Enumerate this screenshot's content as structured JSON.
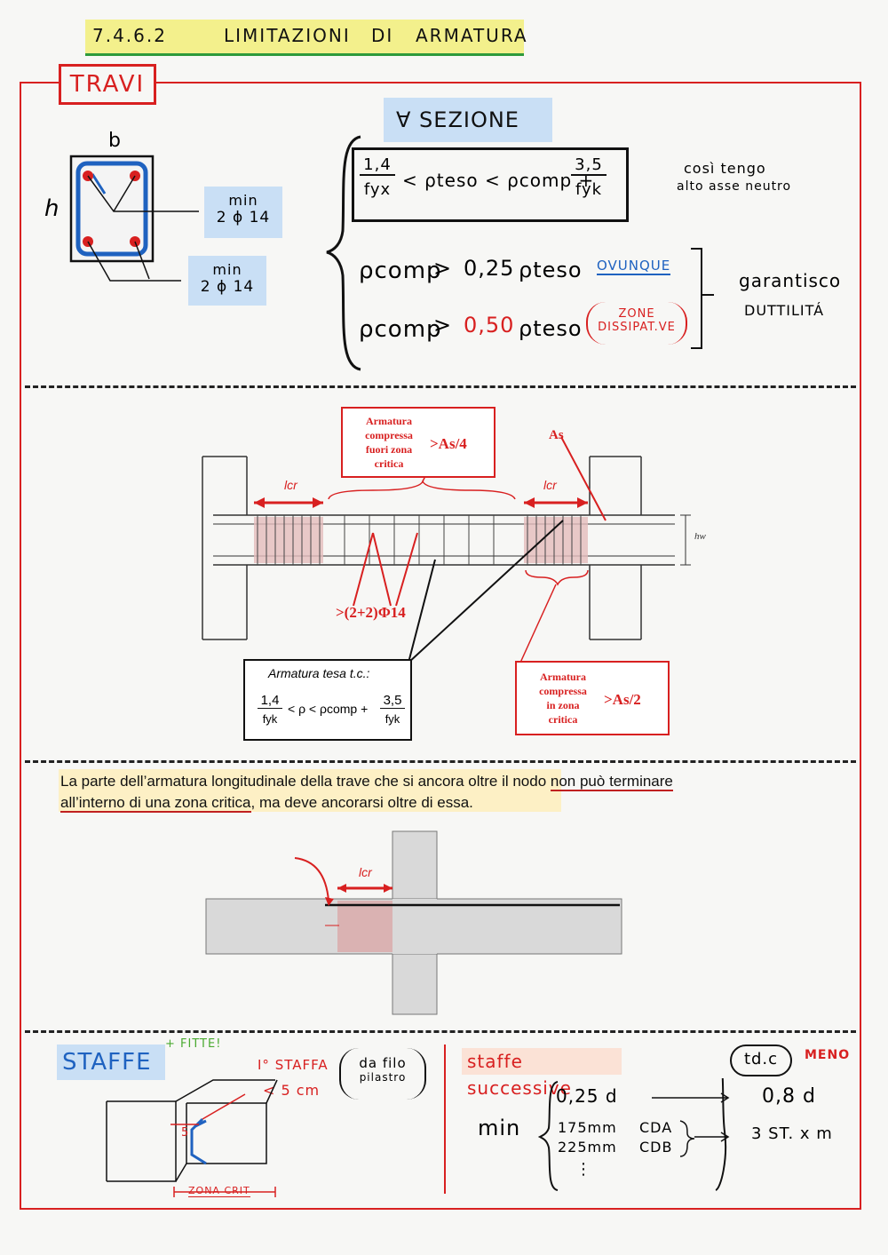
{
  "title": {
    "number": "7.4.6.2",
    "text_a": "LIMITAZIONI",
    "text_b": "DI",
    "text_c": "ARMATURA"
  },
  "section_label": "TRAVI",
  "cross_section": {
    "b": "b",
    "h": "h",
    "top_bars_l1": "min",
    "top_bars_l2": "2 ϕ 14",
    "bottom_bars_l1": "min",
    "bottom_bars_l2": "2 ϕ 14"
  },
  "conditions": {
    "header": "∀ SEZIONE",
    "eq1_lhs_num": "1,4",
    "eq1_lhs_den": "fyx",
    "eq1_mid": "< ρteso < ρcomp +",
    "eq1_rhs_num": "3,5",
    "eq1_rhs_den": "fyk",
    "eq1_note_l1": "così tengo",
    "eq1_note_l2": "alto asse neutro",
    "eq2_lhs": "ρcomp",
    "eq2_op": ">",
    "eq2_val": "0,25",
    "eq2_rhs": "ρteso",
    "eq2_tag": "OVUNQUE",
    "eq3_lhs": "ρcomp",
    "eq3_op": ">",
    "eq3_val": "0,50",
    "eq3_rhs": "ρteso",
    "eq3_tag_l1": "ZONE",
    "eq3_tag_l2": "DISSIPAT.VE",
    "conclusion_l1": "garantisco",
    "conclusion_l2": "DUTTILITÁ"
  },
  "beam_figure": {
    "box_top_l1": "Armatura",
    "box_top_l2": "compressa",
    "box_top_l3": "fuori zona",
    "box_top_l4": "critica",
    "box_top_value": ">As/4",
    "as_label": "As",
    "lcr_left": "lcr",
    "lcr_right": "lcr",
    "hw_label": "hw",
    "bars_label": ">(2+2)Φ14",
    "box_tesa_title": "Armatura tesa t.c.:",
    "box_tesa_n1": "1,4",
    "box_tesa_d1": "fyk",
    "box_tesa_mid": "< ρ < ρcomp +",
    "box_tesa_n2": "3,5",
    "box_tesa_d2": "fyk",
    "box_right_l1": "Armatura",
    "box_right_l2": "compressa",
    "box_right_l3": "in zona",
    "box_right_l4": "critica",
    "box_right_value": ">As/2"
  },
  "note": {
    "part1": "La parte dell’armatura longitudinale della trave che si ancora oltre il nodo ",
    "part2": "non può terminare",
    "part3": "all’interno di una zona critica",
    "part4": ", ma deve ancorarsi oltre di essa."
  },
  "node_figure": {
    "lcr": "lcr"
  },
  "staffe": {
    "label": "STAFFE",
    "plus": "+ FITTE!",
    "first_l1": "I° STAFFA",
    "first_l2": "< 5 cm",
    "paren_l1": "da filo",
    "paren_l2": "pilastro",
    "s_label": "5",
    "zone": "ZONA CRIT"
  },
  "successive": {
    "title": "staffe successive",
    "min": "min",
    "r1": "0,25 d",
    "r2a": "175mm",
    "r2b": "CDA",
    "r3a": "225mm",
    "r3b": "CDB",
    "r4": "⋮",
    "tdc": "td.c",
    "meno": "MENO",
    "res1": "0,8 d",
    "res2": "3 ST. x m"
  }
}
